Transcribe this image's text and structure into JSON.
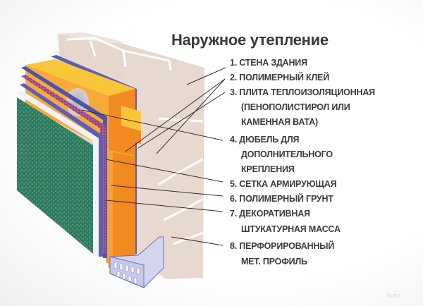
{
  "title": "Наружное утепление",
  "labels": [
    {
      "id": 1,
      "lines": [
        "1. СТЕНА ЗДАНИЯ"
      ]
    },
    {
      "id": 2,
      "lines": [
        "2. ПОЛИМЕРНЫЙ КЛЕЙ"
      ]
    },
    {
      "id": 3,
      "lines": [
        "3. ПЛИТА ТЕПЛОИЗОЛЯЦИОННАЯ",
        "(ПЕНОПОЛИСТИРОЛ ИЛИ",
        "КАМЕННАЯ ВАТА)"
      ]
    },
    {
      "id": 4,
      "lines": [
        "4. ДЮБЕЛЬ ДЛЯ",
        "ДОПОЛНИТЕЛЬНОГО",
        "КРЕПЛЕНИЯ"
      ]
    },
    {
      "id": 5,
      "lines": [
        "5. СЕТКА АРМИРУЮЩАЯ"
      ]
    },
    {
      "id": 6,
      "lines": [
        "6. ПОЛИМЕРНЫЙ ГРУНТ"
      ]
    },
    {
      "id": 7,
      "lines": [
        "7. ДЕКОРАТИВНАЯ",
        "ШТУКАТУРНАЯ МАССА"
      ]
    },
    {
      "id": 8,
      "lines": [
        "8. ПЕРФОРИРОВАННЫЙ",
        "МЕТ. ПРОФИЛЬ"
      ]
    }
  ],
  "watermark": "Avito",
  "colors": {
    "wall": "#e6d6cc",
    "wall_joint": "#ffffff",
    "insulation_top": "#f9c53a",
    "insulation_front": "#f7a93a",
    "insulation_side": "#f48a22",
    "glue": "#5b5fb0",
    "mesh": "#8e3f7a",
    "primer": "#4a56b0",
    "plaster": "#2f7a5e",
    "profile": "#c9cbe8",
    "leader_line": "#3a2a2a",
    "text": "#3b3b3b"
  }
}
